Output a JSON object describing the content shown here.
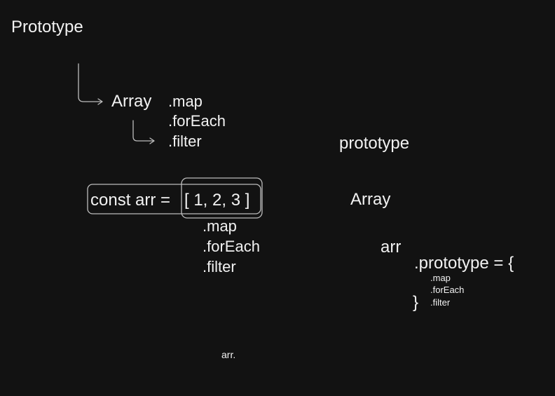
{
  "canvas": {
    "title": "Prototype",
    "tree": {
      "root_label": "Array",
      "methods": [
        ".map",
        ".forEach",
        ".filter"
      ]
    },
    "code": {
      "declaration": "const arr =",
      "array_literal": "[ 1, 2, 3 ]",
      "methods": [
        ".map",
        ".forEach",
        ".filter"
      ]
    },
    "right_panel": {
      "prototype_label": "prototype",
      "array_label": "Array",
      "arr_label": "arr",
      "prototype_assign": ".prototype = {",
      "methods": [
        ".map",
        ".forEach",
        ".filter"
      ],
      "close_brace": "}"
    },
    "footer_text": "arr."
  },
  "colors": {
    "background": "#121212",
    "text": "#f2f2f2",
    "stroke": "#bdbdbd"
  }
}
